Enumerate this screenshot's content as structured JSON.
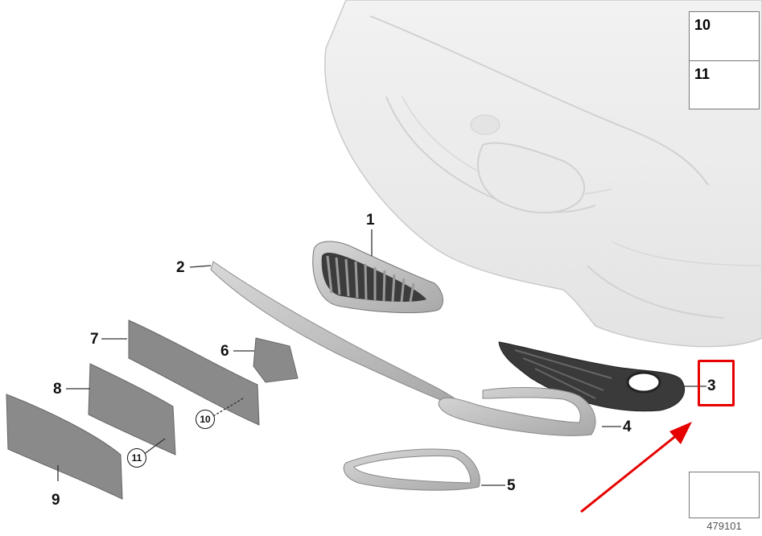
{
  "diagram": {
    "type": "parts-exploded-view",
    "subject": "Front bumper trim parts",
    "callouts": [
      {
        "id": "1",
        "label": "1",
        "part": "grille"
      },
      {
        "id": "2",
        "label": "2",
        "part": "upper trim strip"
      },
      {
        "id": "3",
        "label": "3",
        "part": "fog light grid (highlighted)"
      },
      {
        "id": "4",
        "label": "4",
        "part": "fog light trim frame"
      },
      {
        "id": "5",
        "label": "5",
        "part": "fog light trim frame (small)"
      },
      {
        "id": "6",
        "label": "6",
        "part": "bracket"
      },
      {
        "id": "7",
        "label": "7",
        "part": "license plate base"
      },
      {
        "id": "8",
        "label": "8",
        "part": "license plate base (short)"
      },
      {
        "id": "9",
        "label": "9",
        "part": "license plate base (long)"
      }
    ],
    "circled_refs": [
      {
        "label": "10",
        "on": "7"
      },
      {
        "label": "11",
        "on": "8"
      }
    ],
    "legend": [
      {
        "label": "10",
        "icon": "self-tapping-screw-icon"
      },
      {
        "label": "11",
        "icon": "hex-bolt-icon"
      }
    ],
    "highlight": {
      "target": "3",
      "color": "#e60000"
    },
    "arrow": {
      "color": "#e60000",
      "points_to": "3"
    },
    "reference_number": "479101",
    "colors": {
      "bumper": "#e6e6e6",
      "part_grey": "#8a8a8a",
      "trim_silver": "#b8b8b8",
      "dark_grid": "#3a3a3a",
      "highlight": "#e60000"
    }
  }
}
